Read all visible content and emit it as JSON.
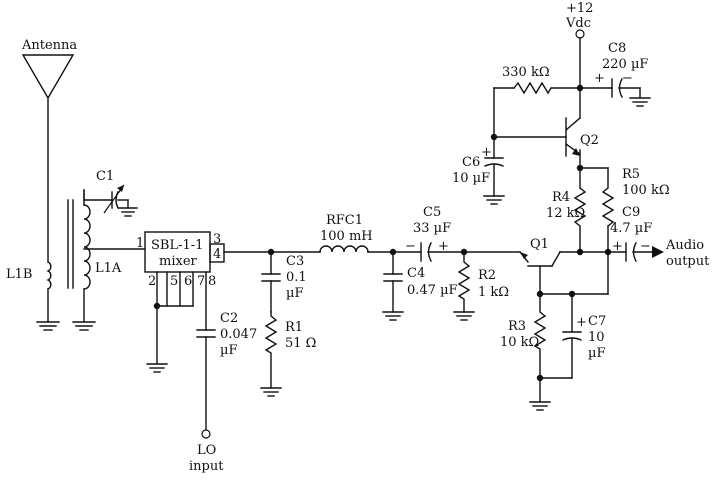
{
  "labels": {
    "antenna": "Antenna",
    "supply_line1": "+12",
    "supply_line2": "Vdc",
    "c1": "C1",
    "l1a": "L1A",
    "l1b": "L1B",
    "mixer_line1": "SBL-1-1",
    "mixer_line2": "mixer",
    "pin1": "1",
    "pin2": "2",
    "pin3": "3",
    "pin4": "4",
    "pin5": "5",
    "pin6": "6",
    "pin7": "7",
    "pin8": "8",
    "c2_name": "C2",
    "c2_value": "0.047",
    "c2_unit": "µF",
    "lo_line1": "LO",
    "lo_line2": "input",
    "c3_name": "C3",
    "c3_value": "0.1",
    "c3_unit": "µF",
    "r1_name": "R1",
    "r1_value": "51 Ω",
    "rfc1_name": "RFC1",
    "rfc1_value": "100 mH",
    "c5_name": "C5",
    "c5_value": "33 µF",
    "c4_name": "C4",
    "c4_value": "0.47 µF",
    "r2_name": "R2",
    "r2_value": "1 kΩ",
    "q1": "Q1",
    "r3_name": "R3",
    "r3_value": "10 kΩ",
    "c7_name": "C7",
    "c7_value": "10",
    "c7_unit": "µF",
    "c6_name": "C6",
    "c6_value": "10 µF",
    "r_feedback_value": "330 kΩ",
    "q2": "Q2",
    "r4_name": "R4",
    "r4_value": "12 kΩ",
    "r5_name": "R5",
    "r5_value": "100 kΩ",
    "c8_name": "C8",
    "c8_value": "220 µF",
    "c9_name": "C9",
    "c9_value": "4.7 µF",
    "audio_line1": "Audio",
    "audio_line2": "output",
    "plus": "+",
    "minus": "−"
  }
}
